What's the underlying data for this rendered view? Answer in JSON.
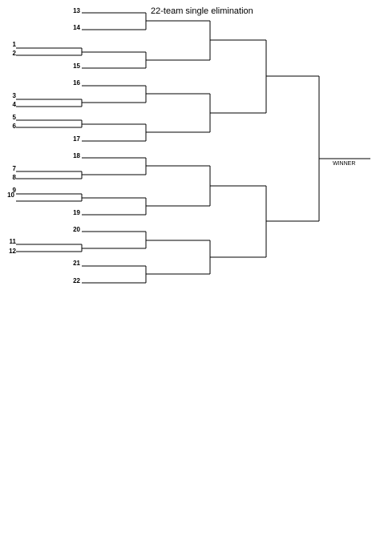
{
  "title": "22-team single elimination",
  "winner_label": "WINNER",
  "seeds": [
    "13",
    "14",
    "1",
    "2",
    "15",
    "16",
    "3",
    "4",
    "5",
    "6",
    "17",
    "18",
    "7",
    "8",
    "9",
    "10",
    "19",
    "20",
    "11",
    "12",
    "21",
    "22"
  ]
}
